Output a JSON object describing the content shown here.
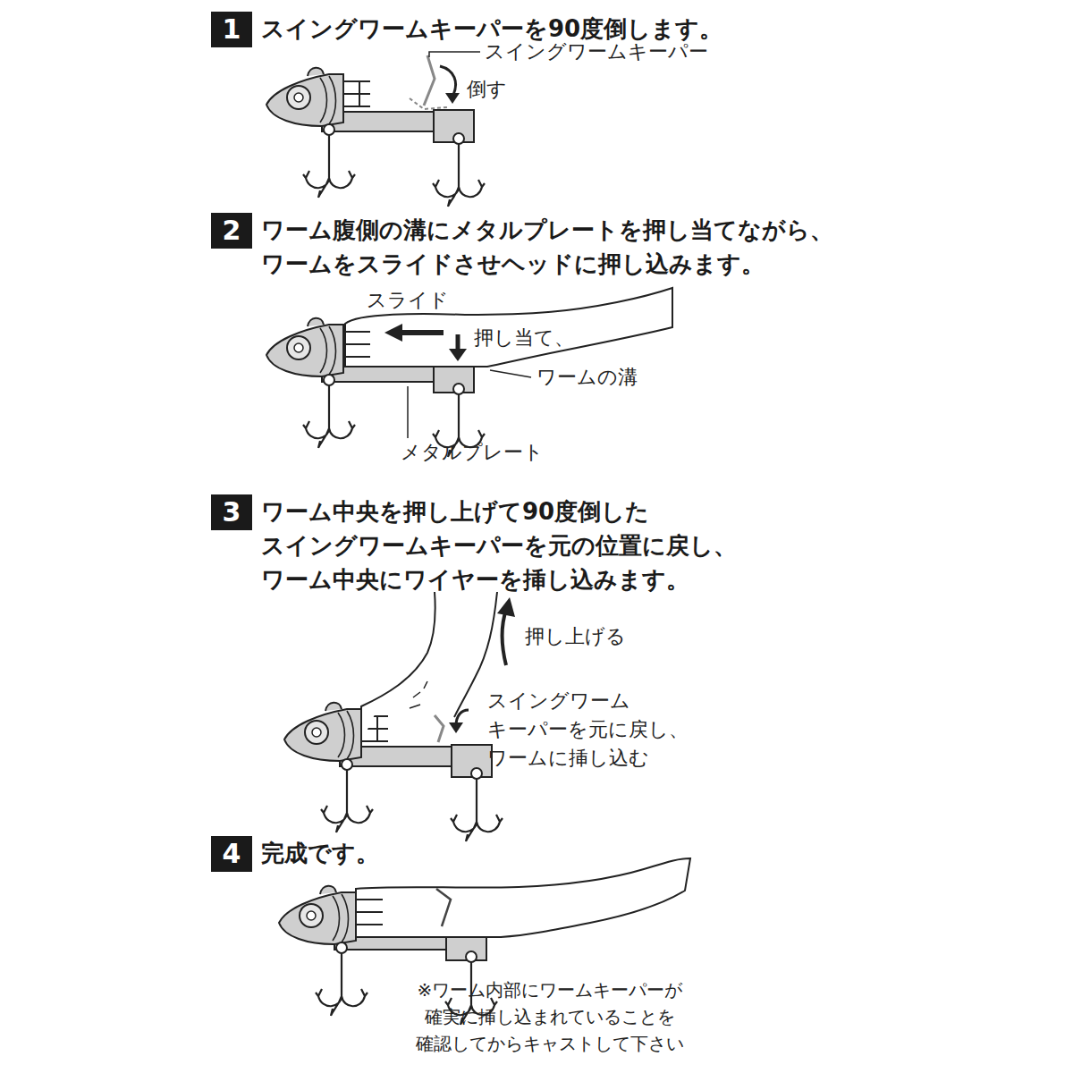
{
  "diagram": {
    "nodes": [
      {
        "text": [
          "1",
          "スイングワームキーパーを90度倒します。"
        ]
      },
      {
        "text": [
          "2",
          "ワーム腹側の溝にメタルプレートを押し当てながら、 ワームをスライドさせヘッドに押し込みます。"
        ]
      },
      {
        "text": [
          "3",
          "ワーム中央を押し上げて90度倒した スイングワームキーパーを元の位置に戻し、 ワーム中央にワイヤーを挿し込みます。"
        ]
      },
      {
        "text": [
          "4",
          "完成です。"
        ]
      }
    ],
    "labels": [
      "スイングワームキーパー",
      "倒す",
      "スライド",
      "押し当て、",
      "ワームの溝",
      "メタルプレート",
      "押し上げる",
      "スイングワーム キーパーを元に戻し、 ワームに挿し込む",
      "※ワーム内部にワームキーパーが 確実に挿し込まれていることを 確認してからキャストして下さい"
    ]
  }
}
